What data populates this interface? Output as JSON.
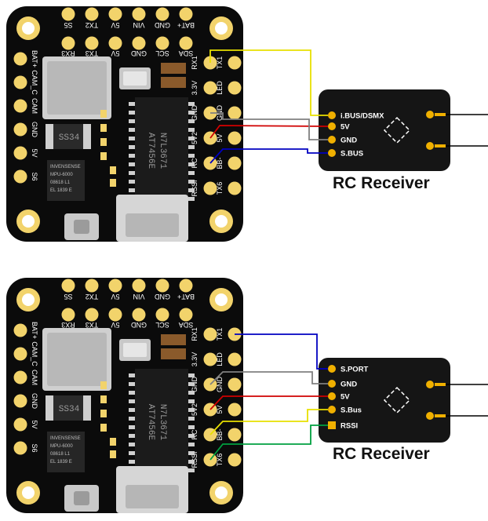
{
  "diagrams": [
    {
      "board": {
        "top_pads_outer": [
          "S5",
          "TX2",
          "5V",
          "VIN",
          "GND",
          "BAT+"
        ],
        "top_pads_inner": [
          "RX3",
          "TX3",
          "5V",
          "GND",
          "SCL",
          "SDA"
        ],
        "left_pads": [
          "BAT+",
          "CAM_C",
          "CAM",
          "GND",
          "5V",
          "S6"
        ],
        "right_inner_pads": [
          "RX1",
          "3.3V",
          "GND",
          "5V2",
          "RC",
          "RSSI"
        ],
        "right_outer_pads": [
          "TX1",
          "LED",
          "GND",
          "5V",
          "BB-",
          "TX6"
        ],
        "chip_main": [
          "AT7456E",
          "N7L3671"
        ],
        "chip_small": "SS34",
        "imu": [
          "INVENSENSE",
          "MPU-6000",
          "08618 L1",
          "EL 1839 E"
        ]
      },
      "receiver": {
        "caption": "RC Receiver",
        "labels": [
          "i.BUS/DSMX",
          "5V",
          "GND",
          "S.BUS"
        ]
      },
      "wire_colors": [
        "#e8e000",
        "#d00000",
        "#808080",
        "#0000c0"
      ]
    },
    {
      "board": {
        "top_pads_outer": [
          "S5",
          "TX2",
          "5V",
          "VIN",
          "GND",
          "BAT+"
        ],
        "top_pads_inner": [
          "RX3",
          "TX3",
          "5V",
          "GND",
          "SCL",
          "SDA"
        ],
        "left_pads": [
          "BAT+",
          "CAM_C",
          "CAM",
          "GND",
          "5V",
          "S6"
        ],
        "right_inner_pads": [
          "RX1",
          "3.3V",
          "GND",
          "5V2",
          "RC",
          "RSSI"
        ],
        "right_outer_pads": [
          "TX1",
          "LED",
          "GND",
          "5V",
          "BB-",
          "TX6"
        ],
        "chip_main": [
          "AT7456E",
          "N7L3671"
        ],
        "chip_small": "SS34",
        "imu": [
          "INVENSENSE",
          "MPU-6000",
          "08618 L1",
          "EL 1839 E"
        ]
      },
      "receiver": {
        "caption": "RC Receiver",
        "labels": [
          "S.PORT",
          "GND",
          "5V",
          "S.Bus",
          "RSSI"
        ]
      },
      "wire_colors": [
        "#0000c0",
        "#808080",
        "#d00000",
        "#e8e000",
        "#00a040"
      ]
    }
  ]
}
